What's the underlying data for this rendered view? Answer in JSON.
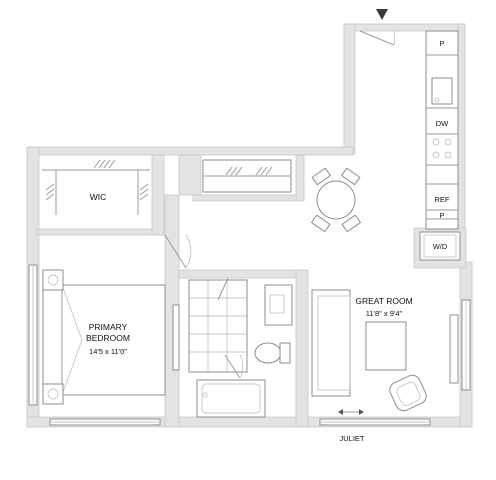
{
  "rooms": {
    "primary_bedroom": {
      "name_line1": "PRIMARY",
      "name_line2": "BEDROOM",
      "size": "14'5 x 11'0\""
    },
    "great_room": {
      "name": "GREAT ROOM",
      "size": "11'8\" x 9'4\""
    },
    "wic": {
      "name": "WIC"
    }
  },
  "labels": {
    "pantry_top": "P",
    "dishwasher": "DW",
    "refrigerator": "REF",
    "pantry_bottom": "P",
    "washer_dryer": "W/D",
    "juliet": "JULIET"
  },
  "entry_marker": "entry-arrow-icon"
}
